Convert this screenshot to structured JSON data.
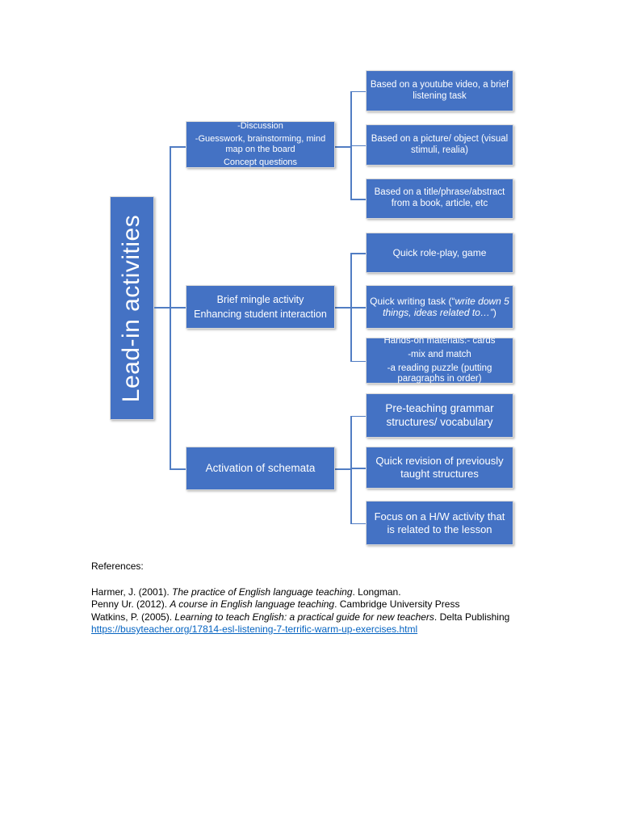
{
  "diagram": {
    "accent_color": "#4472C4",
    "connector_color": "#517dc3",
    "text_color": "#ffffff",
    "root": {
      "label": "Lead-in activities"
    },
    "branches": [
      {
        "node_lines": [
          "-Discussion",
          "-Guesswork,  brainstorming, mind map on the board",
          "Concept questions"
        ],
        "leaves": [
          {
            "lines": [
              [
                {
                  "text": "Based on a youtube video, a brief listening task"
                }
              ]
            ]
          },
          {
            "lines": [
              [
                {
                  "text": "Based on a picture/ object (visual stimuli, realia)"
                }
              ]
            ]
          },
          {
            "lines": [
              [
                {
                  "text": "Based on a title/phrase/abstract from a book, article, etc"
                }
              ]
            ]
          }
        ]
      },
      {
        "node_lines": [
          "Brief mingle activity",
          "Enhancing student interaction"
        ],
        "leaves": [
          {
            "lines": [
              [
                {
                  "text": "Quick role-play, game"
                }
              ]
            ]
          },
          {
            "lines": [
              [
                {
                  "text": "Quick writing task (“"
                },
                {
                  "text": "write down 5 things, ideas related to…”",
                  "italic": true
                },
                {
                  "text": ")"
                }
              ]
            ]
          },
          {
            "lines": [
              [
                {
                  "text": "Hands-on materials:- cards"
                }
              ],
              [
                {
                  "text": "-mix and match"
                }
              ],
              [
                {
                  "text": "-a reading puzzle (putting paragraphs in order)"
                }
              ]
            ]
          }
        ]
      },
      {
        "node_lines": [
          "Activation of schemata"
        ],
        "leaves": [
          {
            "lines": [
              [
                {
                  "text": "Pre-teaching grammar structures/ vocabulary"
                }
              ]
            ]
          },
          {
            "lines": [
              [
                {
                  "text": "Quick revision of previously taught structures"
                }
              ]
            ]
          },
          {
            "lines": [
              [
                {
                  "text": "Focus on a H/W activity that is related to the lesson"
                }
              ]
            ]
          }
        ]
      }
    ]
  },
  "references": {
    "heading": "References:",
    "entries": [
      [
        {
          "text": "Harmer, J. (2001). "
        },
        {
          "text": "The practice of English language teaching",
          "italic": true
        },
        {
          "text": ". Longman."
        }
      ],
      [
        {
          "text": "Penny Ur. (2012). "
        },
        {
          "text": "A course in English language teaching",
          "italic": true
        },
        {
          "text": ". Cambridge University Press"
        }
      ],
      [
        {
          "text": "Watkins, P. (2005). "
        },
        {
          "text": "Learning to teach English: a practical guide for new teachers",
          "italic": true
        },
        {
          "text": ". Delta Publishing"
        }
      ]
    ],
    "link": "https://busyteacher.org/17814-esl-listening-7-terrific-warm-up-exercises.html",
    "link_color": "#0563C1"
  }
}
